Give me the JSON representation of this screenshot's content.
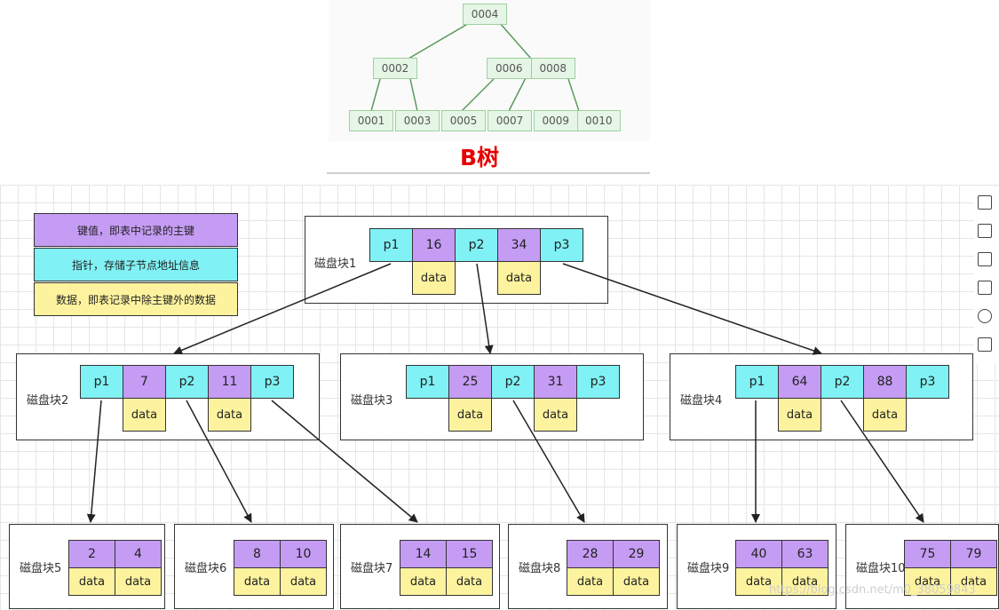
{
  "btree": {
    "title": "B树",
    "nodes": [
      {
        "keys": [
          "0004"
        ]
      },
      {
        "keys": [
          "0002"
        ]
      },
      {
        "keys": [
          "0006",
          "0008"
        ]
      },
      {
        "keys": [
          "0001"
        ]
      },
      {
        "keys": [
          "0003"
        ]
      },
      {
        "keys": [
          "0005"
        ]
      },
      {
        "keys": [
          "0007"
        ]
      },
      {
        "keys": [
          "0009",
          "0010"
        ]
      }
    ]
  },
  "legend": [
    {
      "label": "键值，即表中记录的主键",
      "color": "#c59cf4"
    },
    {
      "label": "指针，存储子节点地址信息",
      "color": "#80f1f4"
    },
    {
      "label": "数据，即表记录中除主键外的数据",
      "color": "#fdf39e"
    }
  ],
  "diagram": {
    "pointer_labels": [
      "p1",
      "p2",
      "p3"
    ],
    "data_label": "data",
    "blocks": [
      {
        "label": "磁盘块1",
        "keys": [
          "16",
          "34"
        ]
      },
      {
        "label": "磁盘块2",
        "keys": [
          "7",
          "11"
        ]
      },
      {
        "label": "磁盘块3",
        "keys": [
          "25",
          "31"
        ]
      },
      {
        "label": "磁盘块4",
        "keys": [
          "64",
          "88"
        ]
      },
      {
        "label": "磁盘块5",
        "keys": [
          "2",
          "4"
        ]
      },
      {
        "label": "磁盘块6",
        "keys": [
          "8",
          "10"
        ]
      },
      {
        "label": "磁盘块7",
        "keys": [
          "14",
          "15"
        ]
      },
      {
        "label": "磁盘块8",
        "keys": [
          "28",
          "29"
        ]
      },
      {
        "label": "磁盘块9",
        "keys": [
          "40",
          "63"
        ]
      },
      {
        "label": "磁盘块10",
        "keys": [
          "75",
          "79"
        ]
      }
    ]
  },
  "watermark": "https://blog.csdn.net/m0_38059843"
}
